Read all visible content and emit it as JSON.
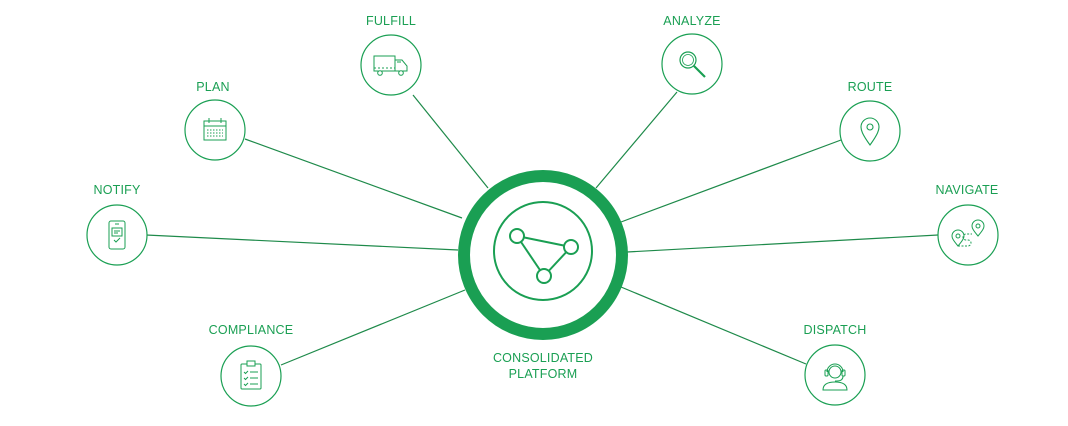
{
  "colors": {
    "primary": "#1a9f53",
    "line": "#1e8a4a",
    "background": "#ffffff"
  },
  "center": {
    "title_line1": "CONSOLIDATED",
    "title_line2": "PLATFORM",
    "icon": "network-triangle-icon"
  },
  "nodes": {
    "fulfill": {
      "label": "FULFILL",
      "icon": "truck-icon"
    },
    "plan": {
      "label": "PLAN",
      "icon": "calendar-icon"
    },
    "notify": {
      "label": "NOTIFY",
      "icon": "mobile-notification-icon"
    },
    "compliance": {
      "label": "COMPLIANCE",
      "icon": "clipboard-checklist-icon"
    },
    "analyze": {
      "label": "ANALYZE",
      "icon": "magnifier-icon"
    },
    "route": {
      "label": "ROUTE",
      "icon": "map-pin-icon"
    },
    "navigate": {
      "label": "NAVIGATE",
      "icon": "navigation-path-icon"
    },
    "dispatch": {
      "label": "DISPATCH",
      "icon": "headset-agent-icon"
    }
  }
}
